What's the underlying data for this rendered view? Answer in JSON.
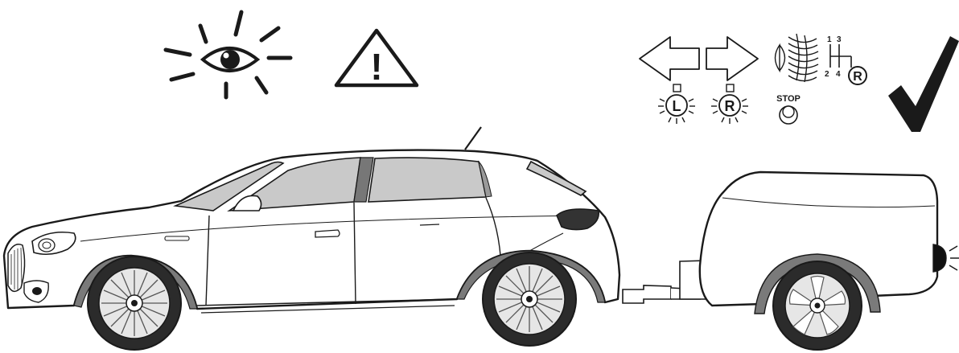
{
  "icons": {
    "inspect_icon": "eye-inspection-icon",
    "warning_icon": "warning-triangle-icon",
    "turn_left_icon": "turn-signal-left-icon",
    "turn_right_icon": "turn-signal-right-icon",
    "headlight_icon": "headlight-beam-icon",
    "gear_icon": "gear-shift-pattern-icon",
    "light_left_icon": "left-light-icon",
    "light_right_icon": "right-light-icon",
    "stop_icon": "stop-light-icon",
    "check_icon": "checkmark-icon"
  },
  "labels": {
    "warning_mark": "!",
    "gear_1": "1",
    "gear_2": "2",
    "gear_3": "3",
    "gear_4": "4",
    "gear_reverse": "R",
    "light_left": "L",
    "light_right": "R",
    "stop": "STOP"
  },
  "colors": {
    "ink": "#1a1a1a",
    "glass": "#c9c9c9",
    "tire": "#2b2b2b",
    "arch": "#7a7a7a",
    "rim": "#9a9a9a",
    "lamp": "#111111"
  }
}
